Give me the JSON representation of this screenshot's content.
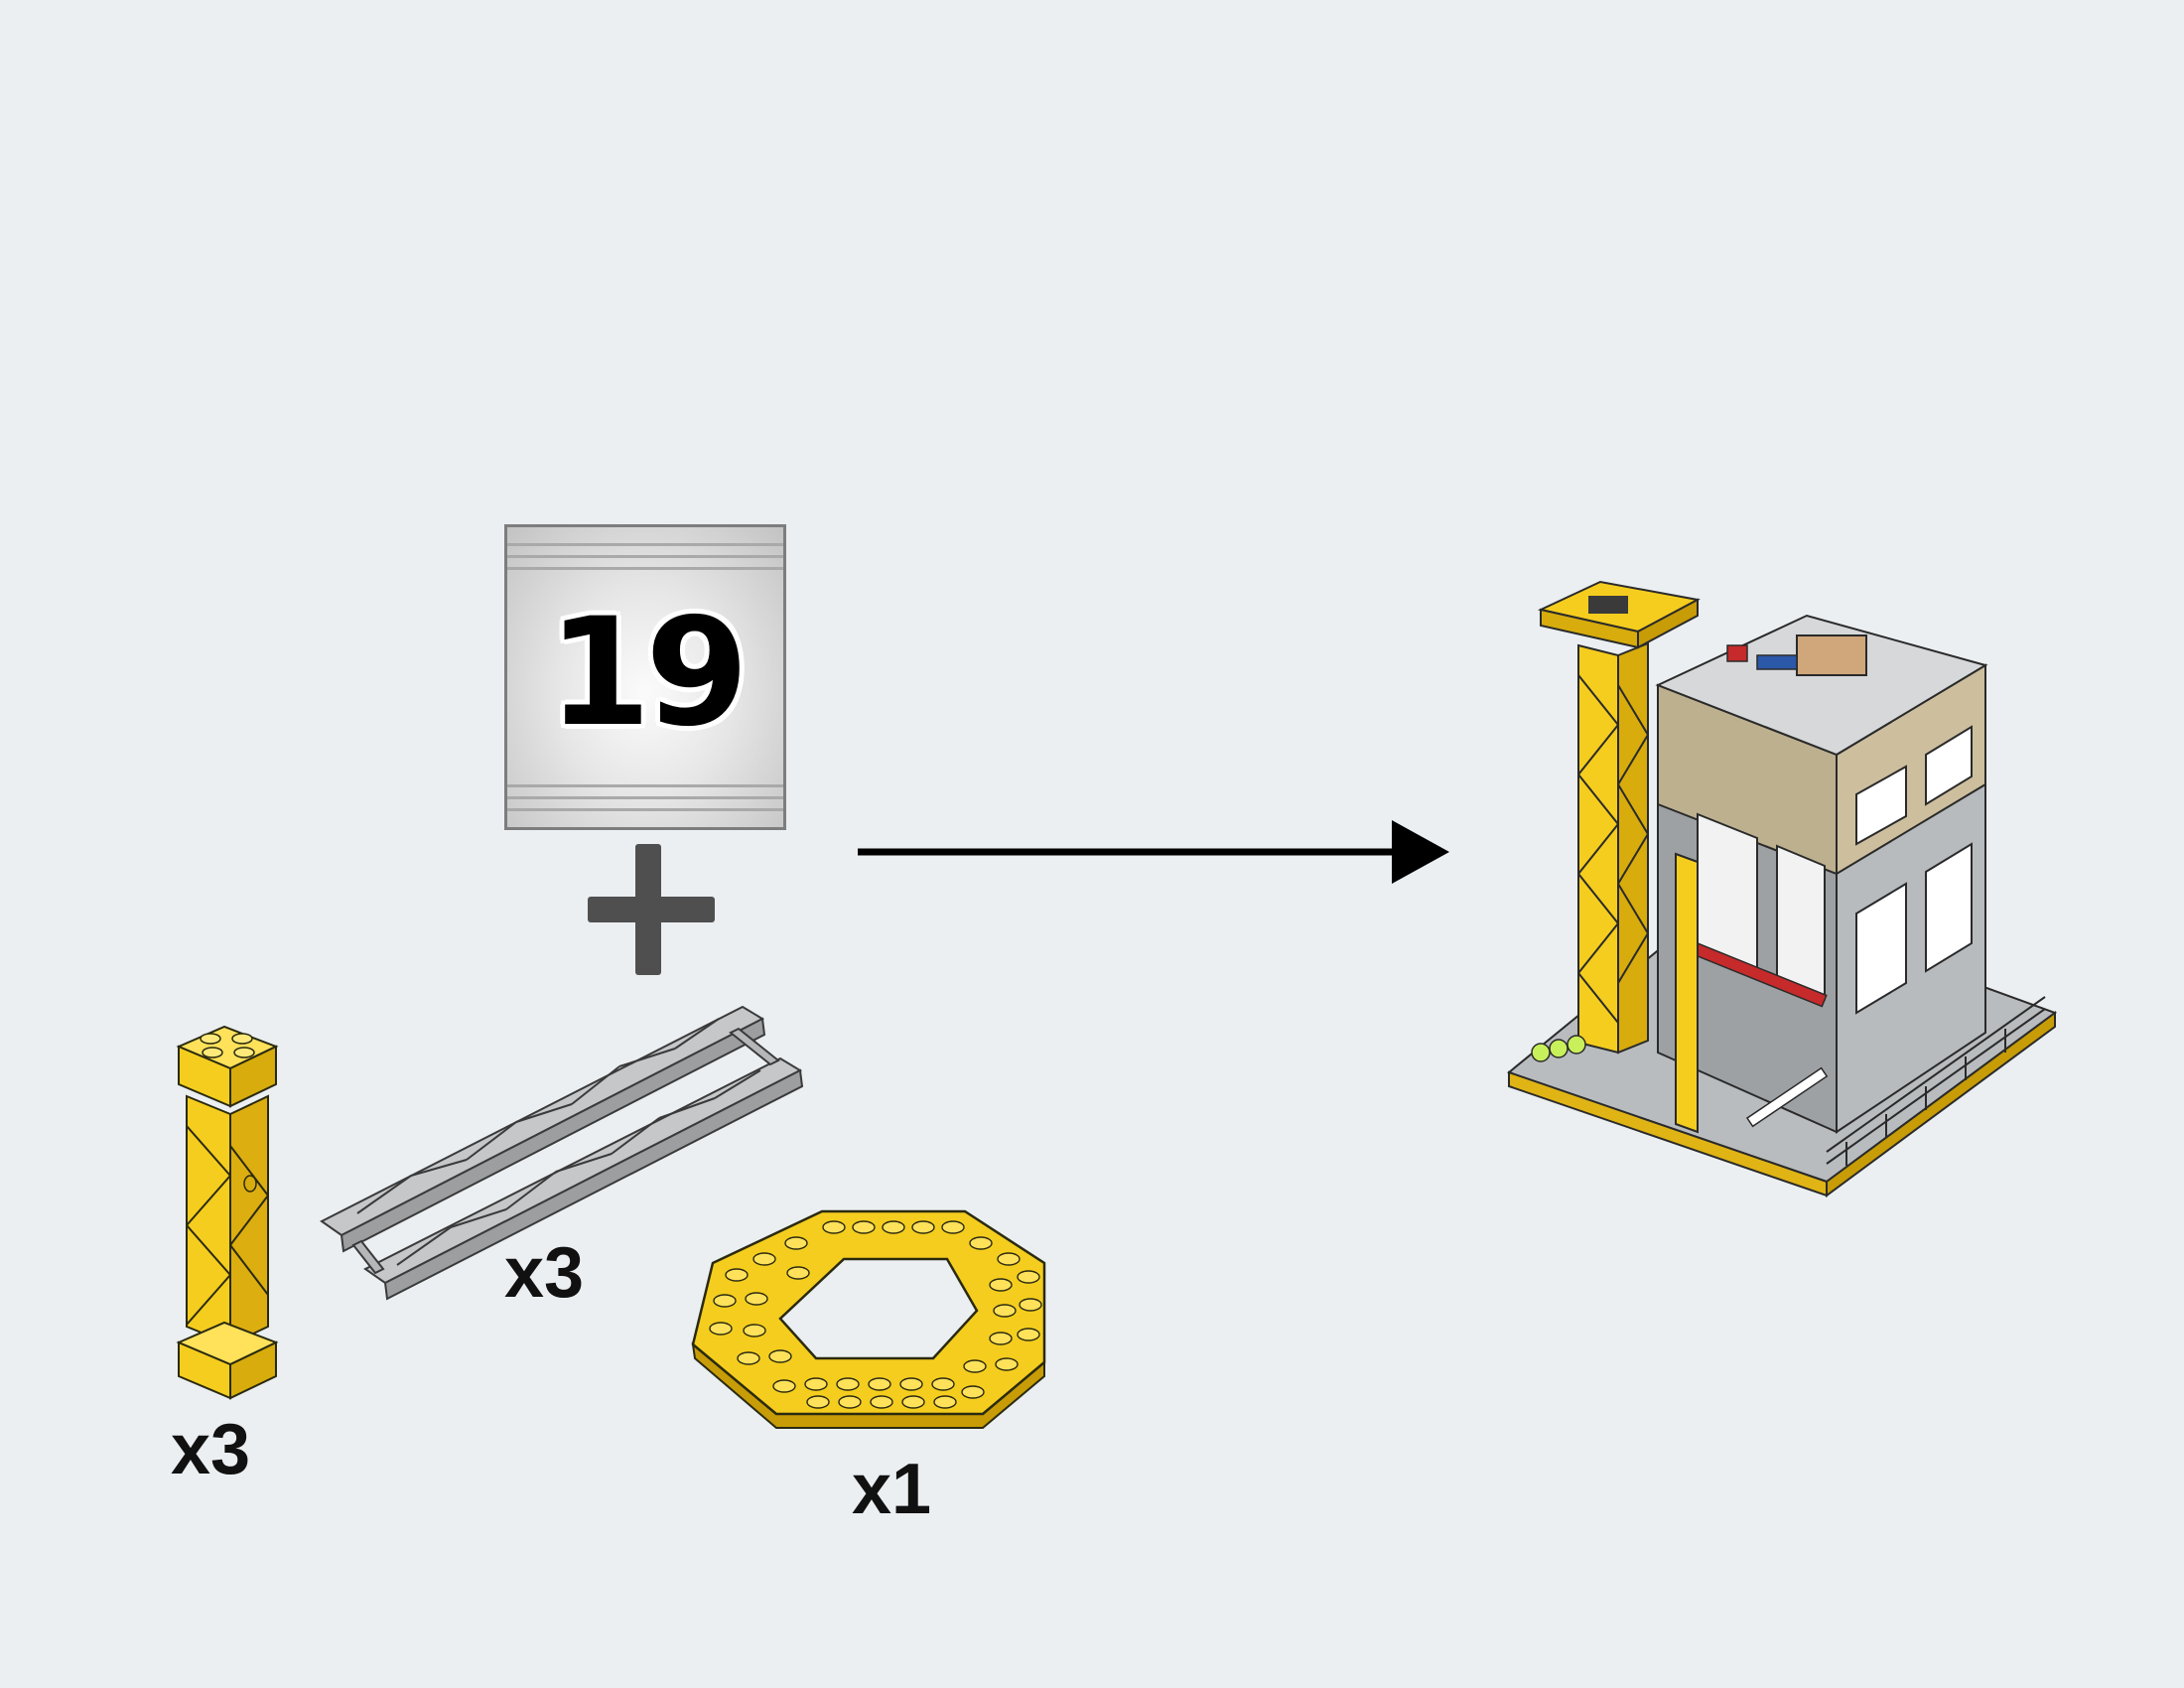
{
  "bag": {
    "number": "19"
  },
  "parts": [
    {
      "name": "support-pillar-yellow",
      "quantity": "x3",
      "color": "#f5cd1e"
    },
    {
      "name": "ladder-truss-gray",
      "quantity": "x3",
      "color": "#a9abad"
    },
    {
      "name": "octagonal-plate-yellow",
      "quantity": "x1",
      "color": "#f5cd1e"
    }
  ],
  "colors": {
    "background": "#ebeff2",
    "plus_sign": "#4f4f4f",
    "arrow": "#000000",
    "brick_yellow": "#f5cd1e",
    "brick_gray": "#a9abad"
  },
  "icons": {
    "plus": "plus-icon",
    "arrow": "arrow-right-icon"
  }
}
